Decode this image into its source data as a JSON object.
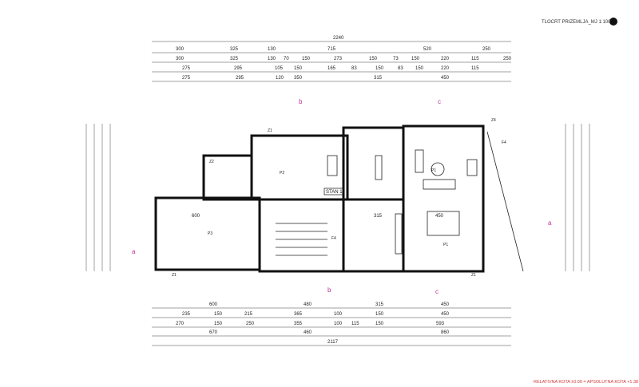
{
  "header": {
    "title": "TLOCRT PRIZEMLJA_MJ 1:100"
  },
  "footer": {
    "note": "RELATIVNA KOTA ±0.00 = APSOLUTNA KOTA +1.38"
  },
  "top_dims": {
    "total": "2240",
    "row1": [
      "300",
      "325",
      "130",
      "715",
      "520",
      "250"
    ],
    "row2": [
      "300",
      "325",
      "130",
      "70",
      "150",
      "273",
      "150",
      "73",
      "150",
      "220",
      "115",
      "250"
    ],
    "row3": [
      "275",
      "295",
      "105",
      "150",
      "165",
      "83",
      "150",
      "83",
      "150",
      "220",
      "115"
    ],
    "row4": [
      "275",
      "295",
      "120",
      "350",
      "315",
      "450"
    ]
  },
  "bottom_dims": {
    "row1": [
      "600",
      "480",
      "315",
      "450"
    ],
    "row2": [
      "235",
      "150",
      "215",
      "365",
      "100",
      "150",
      "450"
    ],
    "row3": [
      "270",
      "150",
      "250",
      "355",
      "100",
      "115",
      "150",
      "593"
    ],
    "row4": [
      "670",
      "460",
      "860"
    ],
    "total": "2117"
  },
  "rooms": {
    "stan": "STAN 1",
    "area_left": "600",
    "area_right": "450",
    "area_mid": "315",
    "tag_z1": "Z1",
    "tag_z2": "Z2",
    "tag_p1": "P1",
    "tag_p2": "P2",
    "tag_p3": "P3",
    "tag_f4": "F4",
    "tag_z4": "Z4"
  },
  "axes": {
    "a": "a",
    "b": "b",
    "c": "c"
  }
}
